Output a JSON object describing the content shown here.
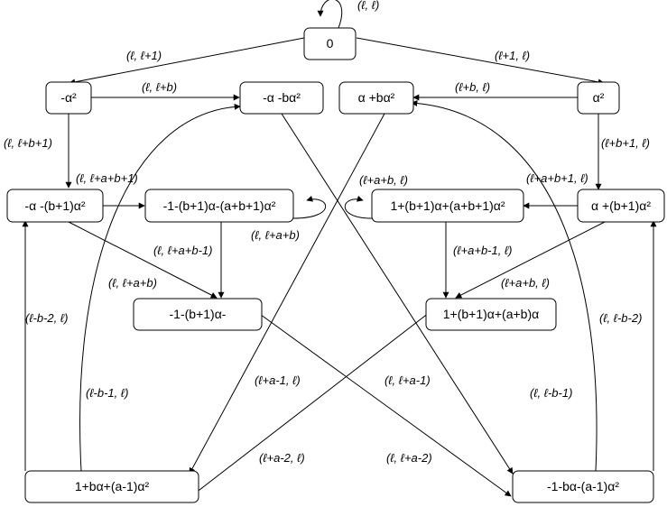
{
  "nodes": {
    "n0": "0",
    "n1": "-α²",
    "n2": "-α -bα²",
    "n3": "α +bα²",
    "n4": "α²",
    "n5": "-α -(b+1)α²",
    "n6": "-1-(b+1)α-(a+b+1)α²",
    "n7": "1+(b+1)α+(a+b+1)α²",
    "n8": "α +(b+1)α²",
    "n9": "-1-(b+1)α-",
    "n10": "1+(b+1)α+(a+b)α",
    "n11": "1+bα+(a-1)α²",
    "n12": "-1-bα-(a-1)α²"
  },
  "edges": {
    "self_0": "(ℓ, ℓ)",
    "e_0_1": "(ℓ, ℓ+1)",
    "e_0_4": "(ℓ+1, ℓ)",
    "e_1_2": "(ℓ, ℓ+b)",
    "e_4_3": "(ℓ+b, ℓ)",
    "e_1_5": "(ℓ, ℓ+b+1)",
    "e_4_8": "(ℓ+b+1, ℓ)",
    "e_5_6": "(ℓ, ℓ+a+b+1)",
    "e_8_7": "(ℓ+a+b+1, ℓ)",
    "self_6": "(ℓ, ℓ+a+b)",
    "self_7": "(ℓ+a+b, ℓ)",
    "e_6_9": "(ℓ, ℓ+a+b-1)",
    "e_7_10": "(ℓ+a+b-1, ℓ)",
    "e_5_9": "(ℓ, ℓ+a+b)",
    "e_8_10": "(ℓ+a+b, ℓ)",
    "e_11_5": "(ℓ-b-2, ℓ)",
    "e_12_8": "(ℓ, ℓ-b-2)",
    "e_11_2": "(ℓ-b-1, ℓ)",
    "e_12_3": "(ℓ, ℓ-b-1)",
    "e_3_11": "(ℓ+a-1, ℓ)",
    "e_2_12": "(ℓ, ℓ+a-1)",
    "e_10_11": "(ℓ+a-2, ℓ)",
    "e_9_12": "(ℓ, ℓ+a-2)"
  }
}
